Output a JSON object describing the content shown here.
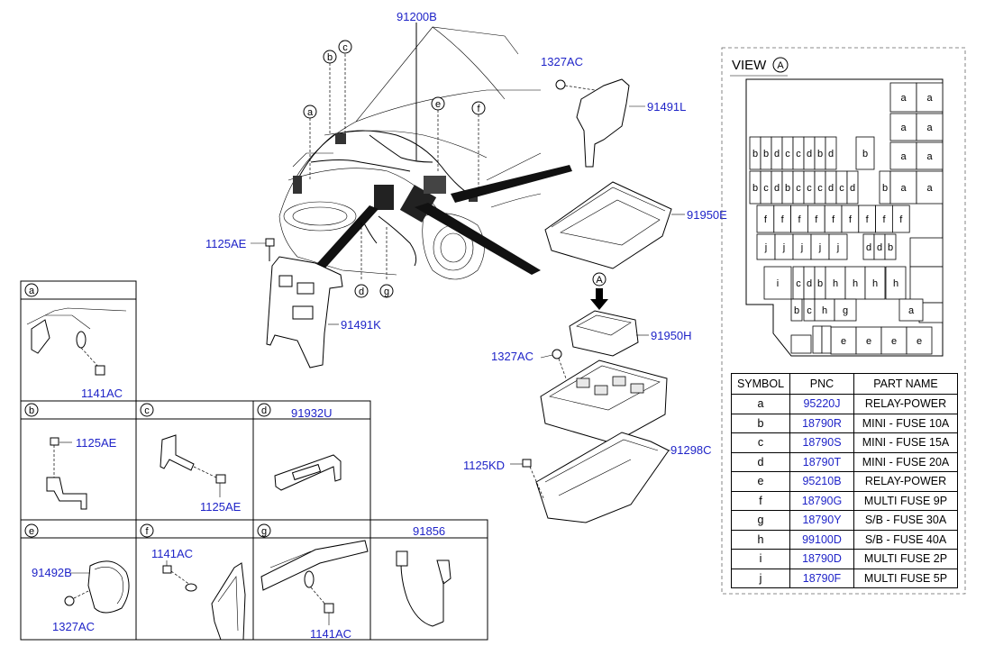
{
  "callouts": {
    "main_harness": "91200B",
    "nut_top": "1327AC",
    "bracket_top": "91491L",
    "bolt_left": "1125AE",
    "bracket_left": "91491K",
    "cover": "91950E",
    "junction_box": "91950H",
    "nut_mid": "1327AC",
    "lower_case": "91298C",
    "bolt_mid": "1125KD",
    "arrow_letter": "A"
  },
  "letter_markers": [
    "a",
    "b",
    "c",
    "e",
    "f",
    "d",
    "g"
  ],
  "details": {
    "a": {
      "letter": "a",
      "parts": [
        "1141AC"
      ]
    },
    "b": {
      "letter": "b",
      "parts": [
        "1125AE"
      ]
    },
    "c": {
      "letter": "c",
      "parts": [
        "1125AE"
      ]
    },
    "d": {
      "letter": "d",
      "title": "91932U"
    },
    "e": {
      "letter": "e",
      "parts": [
        "91492B",
        "1327AC"
      ]
    },
    "f": {
      "letter": "f",
      "parts": [
        "1141AC"
      ]
    },
    "g": {
      "letter": "g",
      "parts": [
        "1141AC"
      ]
    },
    "h": {
      "title": "91856"
    }
  },
  "view": {
    "title": "VIEW",
    "title_letter": "A",
    "rows": [
      [
        "a",
        "a"
      ],
      [
        "a",
        "a"
      ],
      [
        "a",
        "a"
      ],
      [
        "b",
        "b",
        "d",
        "c",
        "c",
        "d",
        "b",
        "d",
        "b"
      ],
      [
        "b",
        "c",
        "d",
        "b",
        "c",
        "c",
        "c",
        "d",
        "c",
        "d",
        "b",
        "a",
        "a"
      ],
      [
        "f",
        "f",
        "f",
        "f",
        "f",
        "f",
        "f",
        "f",
        "f"
      ],
      [
        "j",
        "j",
        "j",
        "j",
        "j",
        "d",
        "d",
        "b"
      ],
      [
        "i",
        "c",
        "d",
        "b",
        "h",
        "h",
        "h",
        "h"
      ],
      [
        "b",
        "c",
        "h",
        "g",
        "a"
      ],
      [
        "e",
        "e",
        "e",
        "e"
      ]
    ]
  },
  "table": {
    "headers": [
      "SYMBOL",
      "PNC",
      "PART NAME"
    ],
    "rows": [
      {
        "symbol": "a",
        "pnc": "95220J",
        "name": "RELAY-POWER"
      },
      {
        "symbol": "b",
        "pnc": "18790R",
        "name": "MINI - FUSE 10A"
      },
      {
        "symbol": "c",
        "pnc": "18790S",
        "name": "MINI - FUSE 15A"
      },
      {
        "symbol": "d",
        "pnc": "18790T",
        "name": "MINI - FUSE 20A"
      },
      {
        "symbol": "e",
        "pnc": "95210B",
        "name": "RELAY-POWER"
      },
      {
        "symbol": "f",
        "pnc": "18790G",
        "name": "MULTI FUSE 9P"
      },
      {
        "symbol": "g",
        "pnc": "18790Y",
        "name": "S/B - FUSE 30A"
      },
      {
        "symbol": "h",
        "pnc": "99100D",
        "name": "S/B - FUSE 40A"
      },
      {
        "symbol": "i",
        "pnc": "18790D",
        "name": "MULTI FUSE 2P"
      },
      {
        "symbol": "j",
        "pnc": "18790F",
        "name": "MULTI FUSE 5P"
      }
    ]
  }
}
